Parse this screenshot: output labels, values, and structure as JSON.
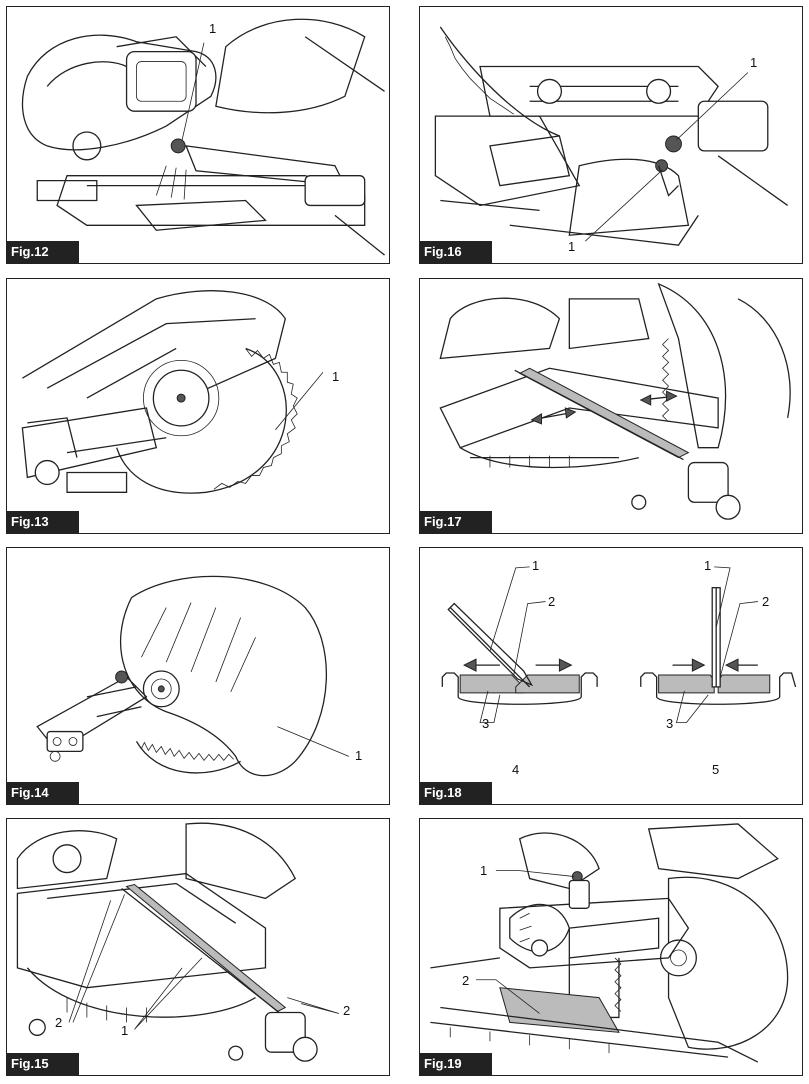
{
  "figures": [
    {
      "id": "fig12",
      "label": "Fig.12",
      "callouts": [
        "1"
      ]
    },
    {
      "id": "fig16",
      "label": "Fig.16",
      "callouts": [
        "1",
        "1"
      ]
    },
    {
      "id": "fig13",
      "label": "Fig.13",
      "callouts": [
        "1"
      ]
    },
    {
      "id": "fig17",
      "label": "Fig.17",
      "callouts": []
    },
    {
      "id": "fig14",
      "label": "Fig.14",
      "callouts": [
        "1"
      ]
    },
    {
      "id": "fig18",
      "label": "Fig.18",
      "callouts": [
        "1",
        "2",
        "3",
        "4",
        "1",
        "2",
        "3",
        "5"
      ]
    },
    {
      "id": "fig15",
      "label": "Fig.15",
      "callouts": [
        "2",
        "1",
        "2"
      ]
    },
    {
      "id": "fig19",
      "label": "Fig.19",
      "callouts": [
        "1",
        "2"
      ]
    }
  ]
}
